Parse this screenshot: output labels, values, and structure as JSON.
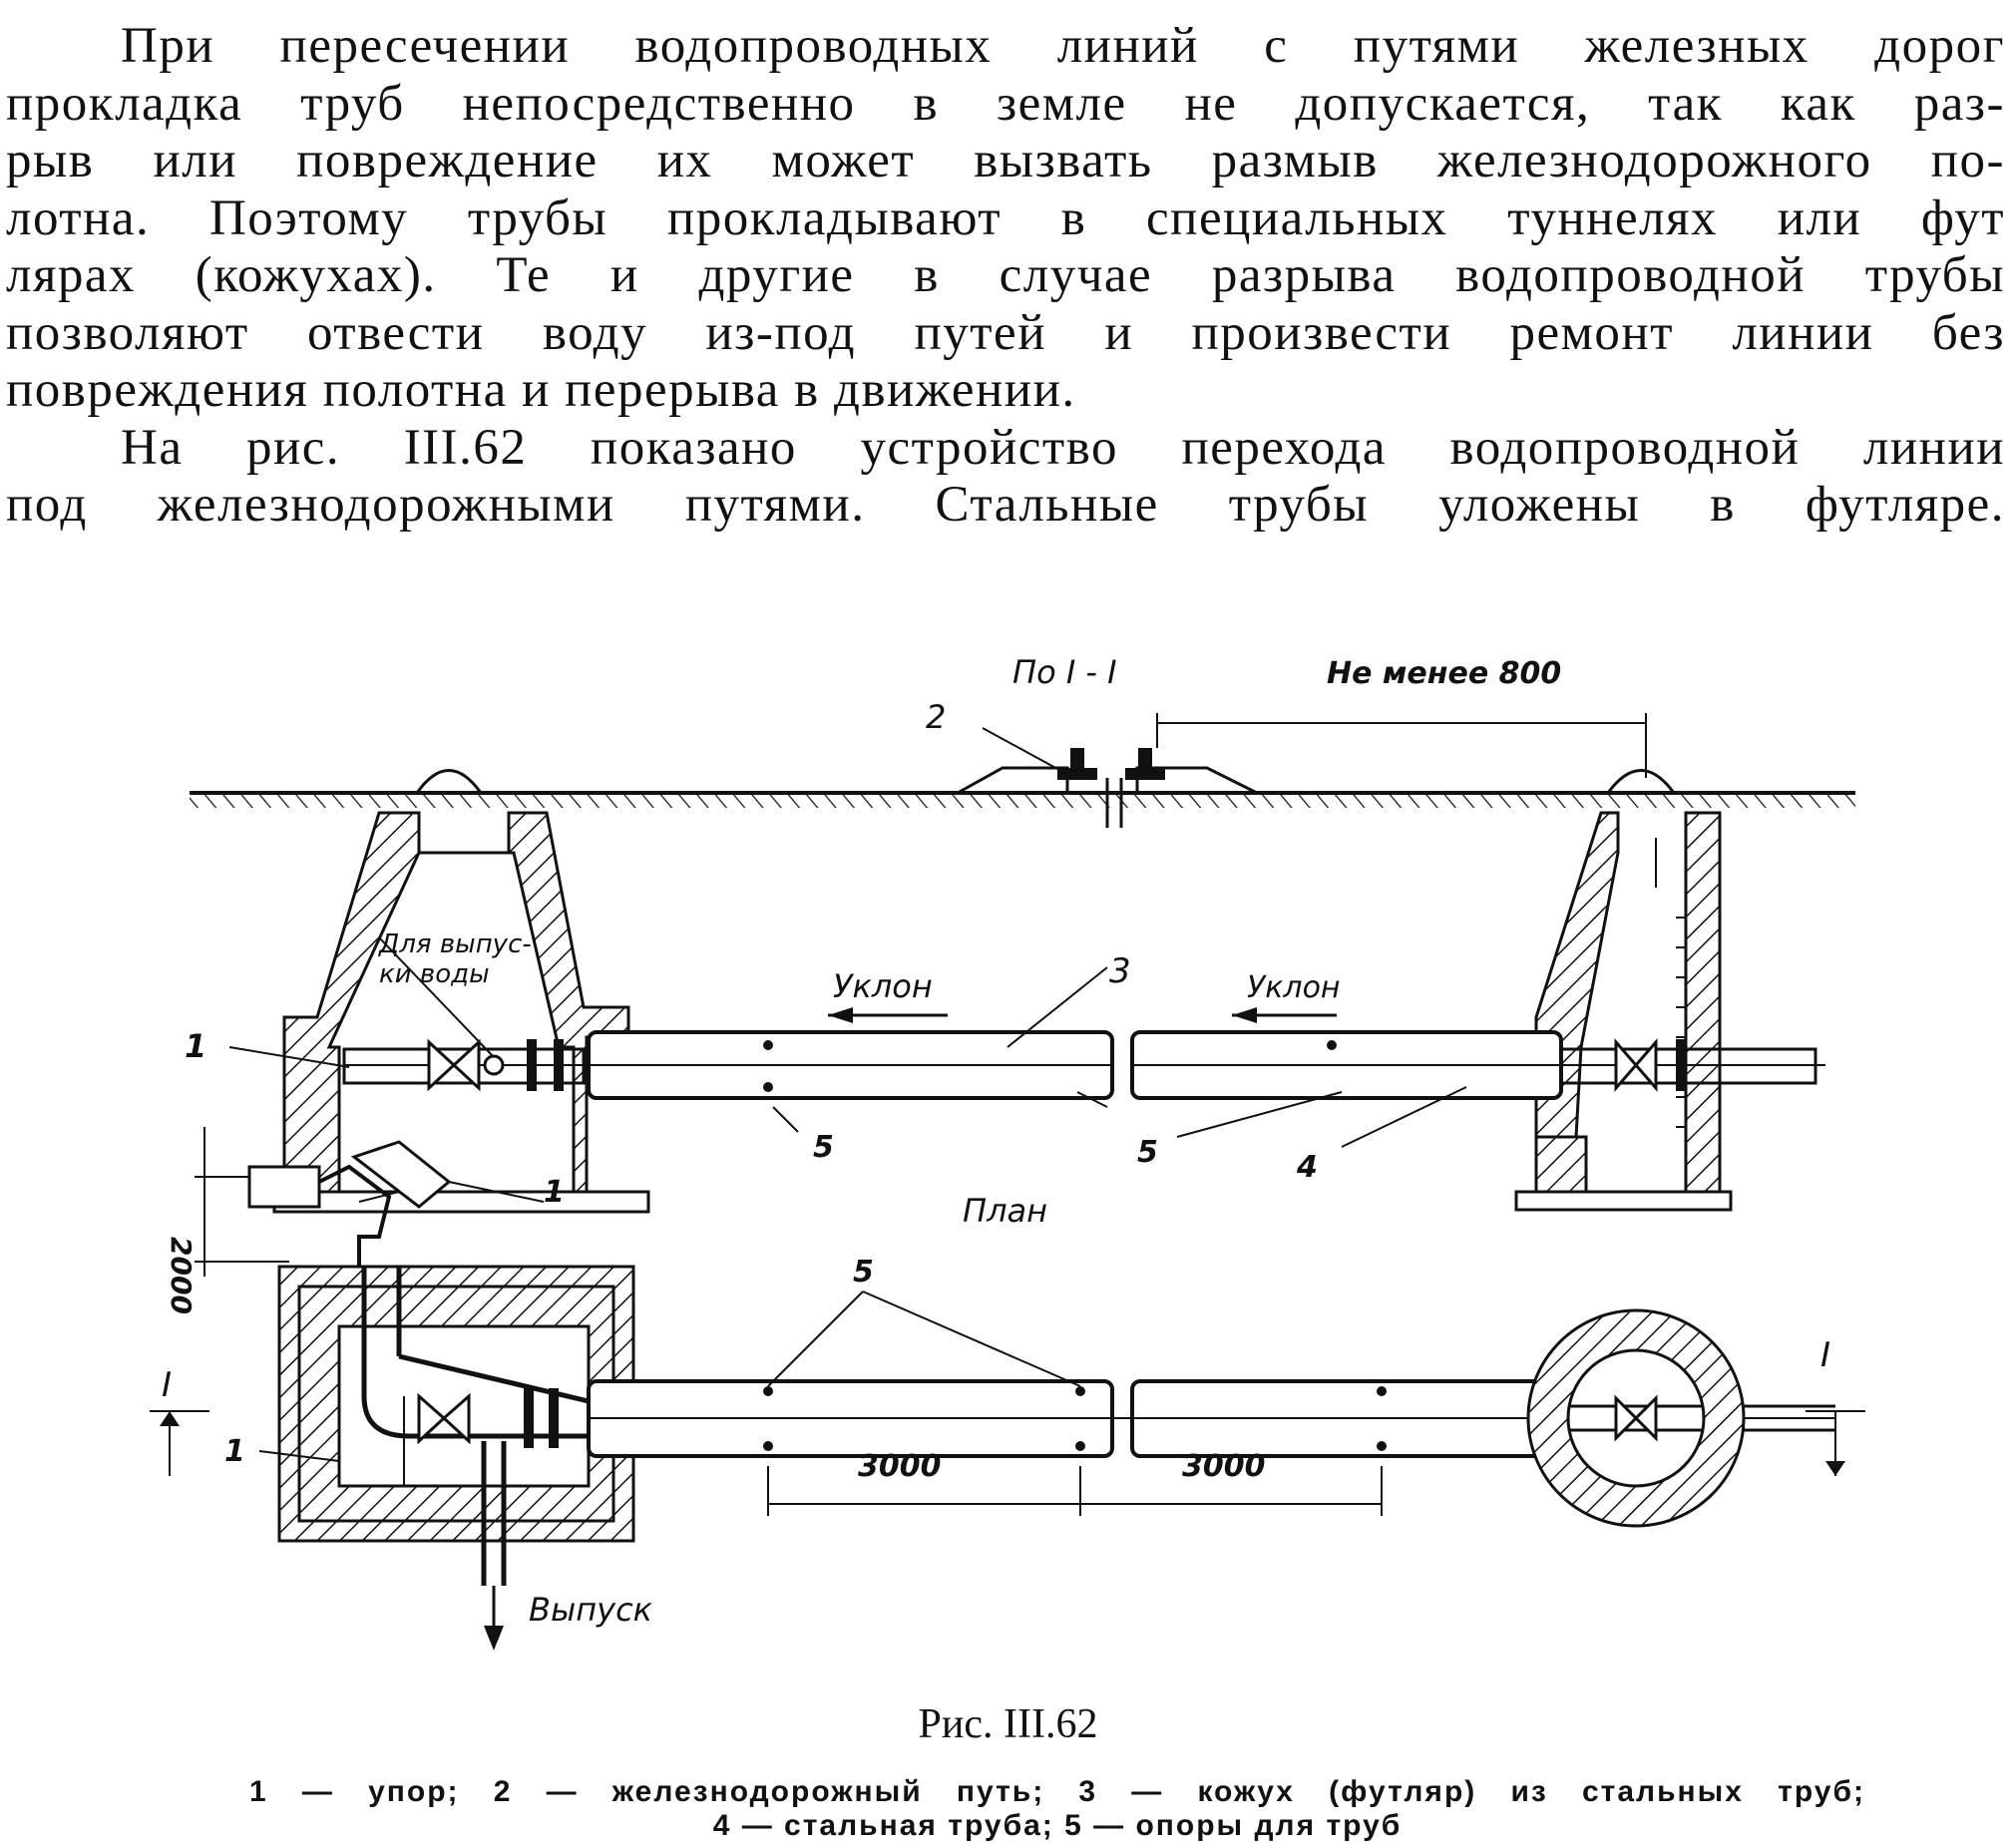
{
  "body_text": {
    "paragraph1": [
      "При пересечении водопроводных линий с путями железных дорог",
      "прокладка труб непосредственно в земле не допускается, так как раз-",
      "рыв или повреждение их может вызвать размыв железнодорожного по-",
      "лотна. Поэтому трубы прокладывают в специальных туннелях или фут",
      "лярах (кожухах). Те и другие в случае разрыва водопроводной трубы",
      "позволяют отвести воду из-под путей и произвести ремонт линии без",
      "повреждения полотна и перерыва в движении."
    ],
    "paragraph2": [
      "На рис. III.62 показано устройство перехода водопроводной линии",
      "под железнодорожными путями. Стальные трубы уложены в футляре."
    ]
  },
  "figure": {
    "section_label": "По I - I",
    "dimension_top": "Не менее 800",
    "label_drain_1": "Для выпус-",
    "label_drain_2": "ки воды",
    "slope_left": "Уклон",
    "slope_right": "Уклон",
    "plan_label": "План",
    "outlet_label": "Выпуск",
    "dim_2000": "2000",
    "dim_3000_a": "3000",
    "dim_3000_b": "3000",
    "callouts": {
      "c1_top": "1",
      "c2": "2",
      "c3": "3",
      "c5_a": "5",
      "c5_b": "5",
      "c4": "4",
      "c1_mid": "1",
      "c5_plan": "5",
      "c1_plan": "1",
      "sec_left": "I",
      "sec_right": "I"
    }
  },
  "caption": {
    "title": "Рис. III.62",
    "legend_line1": "1 — упор;   2 — железнодорожный   путь;   3 — кожух   (футляр)   из   стальных   труб;",
    "legend_line2": "4 — стальная труба; 5 — опоры для труб"
  }
}
